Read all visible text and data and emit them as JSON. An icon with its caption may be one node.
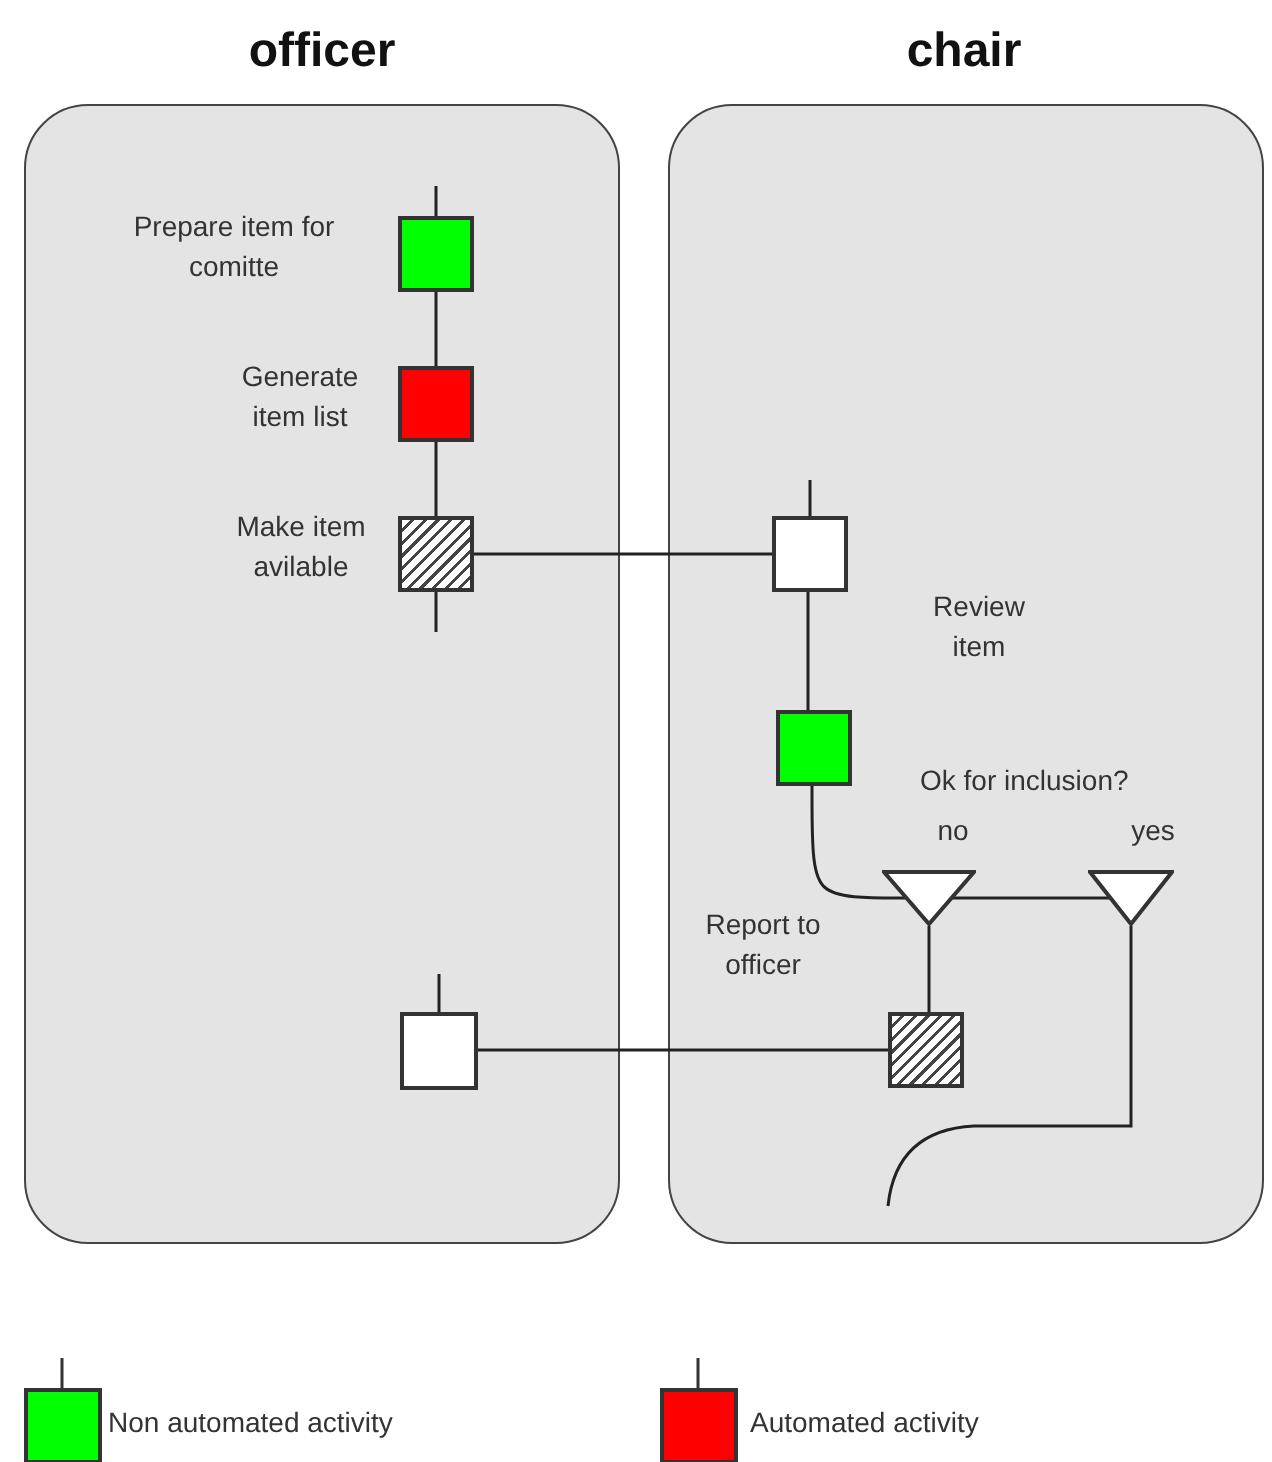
{
  "diagram": {
    "nodes": [
      {
        "text": [
          "officer"
        ]
      },
      {
        "text": [
          "chair"
        ]
      },
      {
        "text": [],
        "shape": "box",
        "in": 0,
        "beside": [
          "Prepare item for comitte"
        ]
      },
      {
        "text": [],
        "shape": "box",
        "in": 0,
        "beside": [
          "Generate item list"
        ]
      },
      {
        "text": [],
        "shape": "box",
        "in": 0,
        "beside": [
          "Make item avilable"
        ]
      },
      {
        "text": [],
        "shape": "box",
        "in": 1
      },
      {
        "text": [],
        "shape": "box",
        "in": 1,
        "beside": [
          "Review item"
        ]
      },
      {
        "text": [],
        "shape": "triangle",
        "in": 1,
        "beside": [
          "no"
        ]
      },
      {
        "text": [],
        "shape": "triangle",
        "in": 1,
        "beside": [
          "yes"
        ]
      },
      {
        "text": [],
        "shape": "box",
        "in": 1,
        "beside": [
          "Report to officer"
        ]
      },
      {
        "text": [],
        "shape": "box",
        "in": 0
      }
    ],
    "edges": [
      {
        "from": null,
        "to": 2,
        "arrow": "none"
      },
      {
        "from": 2,
        "to": 3,
        "arrow": "none"
      },
      {
        "from": 3,
        "to": 4,
        "arrow": "none"
      },
      {
        "from": 4,
        "to": null,
        "arrow": "none"
      },
      {
        "from": 4,
        "to": 5,
        "arrow": "none"
      },
      {
        "from": null,
        "to": 5,
        "arrow": "none"
      },
      {
        "from": 5,
        "to": 6,
        "arrow": "none"
      },
      {
        "from": 6,
        "to": 7,
        "arrow": "none"
      },
      {
        "from": 7,
        "to": 8,
        "arrow": "none"
      },
      {
        "from": 7,
        "to": 9,
        "arrow": "none"
      },
      {
        "from": 9,
        "to": 10,
        "arrow": "none"
      },
      {
        "from": null,
        "to": 10,
        "arrow": "none"
      },
      {
        "from": 8,
        "to": null,
        "arrow": "none"
      }
    ],
    "labels": [
      "Ok for inclusion?"
    ],
    "legend": [
      {
        "text": "Non automated activity",
        "color": "#00ff00"
      },
      {
        "text": "Automated activity",
        "color": "#ff0000"
      }
    ]
  }
}
